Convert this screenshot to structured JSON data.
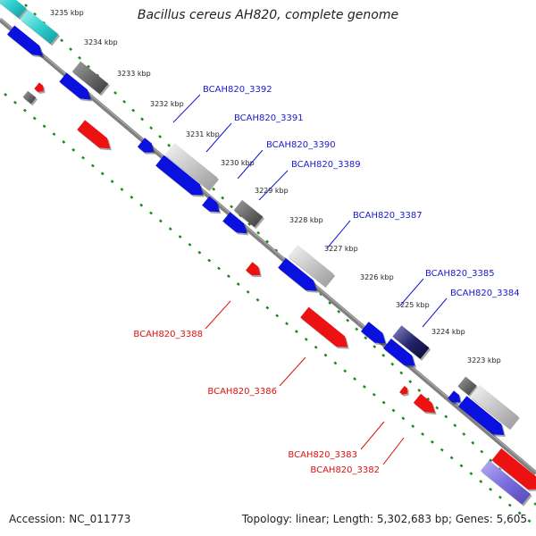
{
  "title": "Bacillus cereus AH820, complete genome",
  "footer": {
    "accession": "Accession: NC_011773",
    "summary": "Topology: linear; Length: 5,302,683 bp; Genes: 5,605"
  },
  "colors": {
    "plus_strand": "#0a10dd",
    "minus_strand": "#ee1111",
    "forward_label": "#1a1ad0",
    "reverse_label": "#dd1111",
    "tick": "#1e8a1e",
    "backbone": "#808080"
  },
  "scale": {
    "unit": "kbp",
    "ticks": [
      {
        "label": "3235 kbp"
      },
      {
        "label": "3234 kbp"
      },
      {
        "label": "3233 kbp"
      },
      {
        "label": "3232 kbp"
      },
      {
        "label": "3231 kbp"
      },
      {
        "label": "3230 kbp"
      },
      {
        "label": "3229 kbp"
      },
      {
        "label": "3228 kbp"
      },
      {
        "label": "3227 kbp"
      },
      {
        "label": "3226 kbp"
      },
      {
        "label": "3225 kbp"
      },
      {
        "label": "3224 kbp"
      },
      {
        "label": "3223 kbp"
      }
    ]
  },
  "gene_labels": {
    "forward": [
      "BCAH820_3392",
      "BCAH820_3391",
      "BCAH820_3390",
      "BCAH820_3389",
      "BCAH820_3387",
      "BCAH820_3385",
      "BCAH820_3384"
    ],
    "reverse": [
      "BCAH820_3388",
      "BCAH820_3386",
      "BCAH820_3383",
      "BCAH820_3382"
    ]
  }
}
